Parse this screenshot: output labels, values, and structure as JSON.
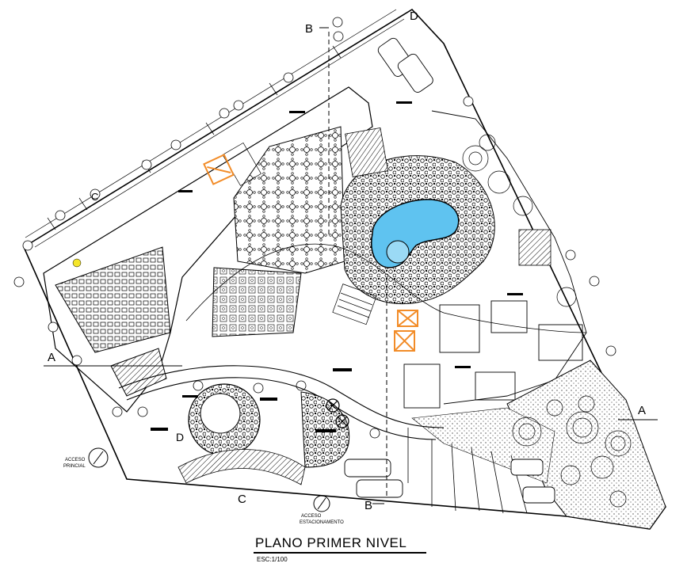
{
  "drawing": {
    "title": "PLANO PRIMER NIVEL",
    "scale": "ESC:1/100",
    "accent_color": "#f28c28",
    "pool_color": "#5fc3f0",
    "line_color": "#000000"
  },
  "section_marks": {
    "a_left": "A",
    "a_right": "A",
    "b_top": "B",
    "b_bottom": "B",
    "c_bottom": "C",
    "c_left": "C",
    "d_top": "D",
    "d_left": "D"
  },
  "access": {
    "main_line1": "ACCESO",
    "main_line2": "PRINCIAL",
    "parking_line1": "ACCESO",
    "parking_line2": "ESTACIONAMENTO"
  }
}
